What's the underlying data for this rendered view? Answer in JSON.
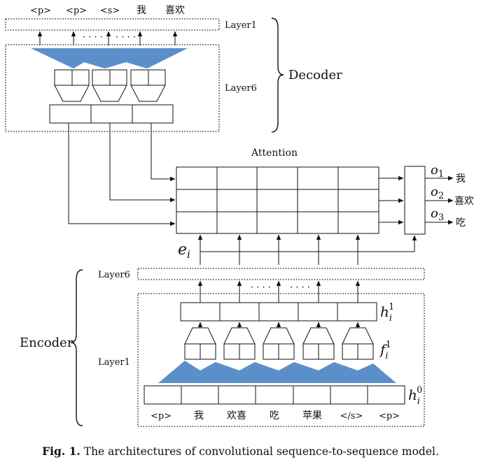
{
  "decoder": {
    "output_tokens": [
      "<p>",
      "<p>",
      "<s>",
      "我",
      "喜欢"
    ],
    "layer_top_label": "Layer1",
    "layer_bottom_label": "Layer6",
    "brace_label": "Decoder",
    "dots_left": "· · · ·",
    "dots_right": "· · · ·"
  },
  "attention": {
    "label": "Attention",
    "input_label": "e",
    "input_label_sub": "i",
    "outputs": [
      {
        "symbol": "o",
        "sub": "1",
        "word": "我"
      },
      {
        "symbol": "o",
        "sub": "2",
        "word": "喜欢"
      },
      {
        "symbol": "o",
        "sub": "3",
        "word": "吃"
      }
    ]
  },
  "encoder": {
    "brace_label": "Encoder",
    "layer_top_label": "Layer6",
    "layer_bottom_label": "Layer1",
    "dots_left": "· · · ·",
    "dots_right": "· · · ·",
    "h1_label": "h",
    "h1_sub": "i",
    "h1_sup": "1",
    "f1_label": "f",
    "f1_sub": "i",
    "f1_sup": "1",
    "h0_label": "h",
    "h0_sub": "i",
    "h0_sup": "0",
    "input_tokens": [
      "<p>",
      "我",
      "欢喜",
      "吃",
      "苹果",
      "</s>",
      "<p>"
    ]
  },
  "caption": {
    "prefix": "Fig. 1.",
    "text": " The architectures of convolutional sequence-to-sequence model."
  },
  "colors": {
    "conv_fill": "#5b8fc9",
    "line": "#111111"
  }
}
